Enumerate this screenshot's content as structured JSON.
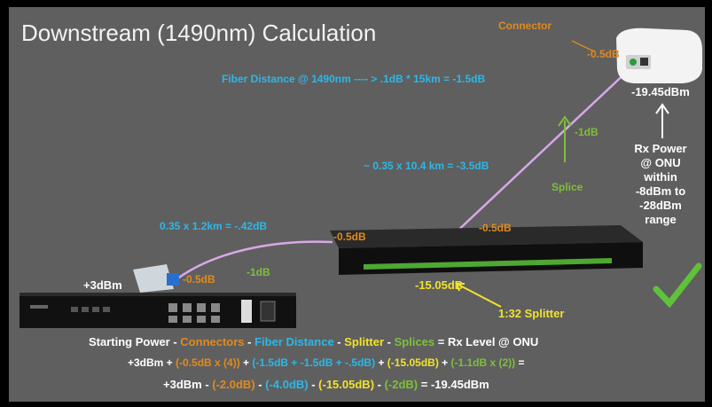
{
  "title": "Downstream (1490nm) Calculation",
  "labels": {
    "connector_top": "Connector",
    "connector_top_loss": "-0.5dB",
    "fiber_distance_eq": "Fiber Distance @ 1490nm ---- > .1dB * 15km = -1.5dB",
    "fiber_segment_mid": "~ 0.35 x 10.4 km = -3.5dB",
    "fiber_segment_left": "0.35 x 1.2km = -.42dB",
    "connector_left_loss": "-0.5dB",
    "splice_left_loss": "-1dB",
    "connector_splitter_in": "-0.5dB",
    "connector_splitter_out": "-0.5dB",
    "splice_right_loss": "-1dB",
    "splice_label": "Splice",
    "start_power": "+3dBm",
    "splitter_loss": "-15.05dB",
    "splitter_label": "1:32 Splitter",
    "rx_value": "-19.45dBm",
    "rx_note": "Rx Power\n@ ONU\nwithin\n-8dBm to\n-28dBm\nrange"
  },
  "formula": {
    "line1": [
      {
        "text": "Starting Power - ",
        "color": "white"
      },
      {
        "text": "Connectors",
        "color": "orange"
      },
      {
        "text": " - ",
        "color": "white"
      },
      {
        "text": "Fiber Distance",
        "color": "cyan"
      },
      {
        "text": " - ",
        "color": "white"
      },
      {
        "text": "Splitter",
        "color": "yellow"
      },
      {
        "text": " - ",
        "color": "white"
      },
      {
        "text": "Splices",
        "color": "green"
      },
      {
        "text": " = Rx Level @ ONU",
        "color": "white"
      }
    ],
    "line2": [
      {
        "text": "+3dBm + ",
        "color": "white"
      },
      {
        "text": "(-0.5dB x (4))",
        "color": "orange"
      },
      {
        "text": " + ",
        "color": "white"
      },
      {
        "text": "(-1.5dB + -1.5dB + -.5dB)",
        "color": "cyan"
      },
      {
        "text": " + ",
        "color": "white"
      },
      {
        "text": "(-15.05dB)",
        "color": "yellow"
      },
      {
        "text": " + ",
        "color": "white"
      },
      {
        "text": "(-1.1dB x (2))",
        "color": "green"
      },
      {
        "text": " =",
        "color": "white"
      }
    ],
    "line3": [
      {
        "text": "+3dBm - ",
        "color": "white"
      },
      {
        "text": "(-2.0dB)",
        "color": "orange"
      },
      {
        "text": " - ",
        "color": "white"
      },
      {
        "text": "(-4.0dB)",
        "color": "cyan"
      },
      {
        "text": " - ",
        "color": "white"
      },
      {
        "text": "(-15.05dB)",
        "color": "yellow"
      },
      {
        "text": " - ",
        "color": "white"
      },
      {
        "text": "(-2dB)",
        "color": "green"
      },
      {
        "text": " = -19.45dBm",
        "color": "white"
      }
    ]
  },
  "colors": {
    "background": "#5f5f5f",
    "cyan": "#2db7e8",
    "orange": "#e08a1e",
    "green": "#7fbf3a",
    "yellow": "#f2e22a",
    "fiber": "#d8a8e8"
  }
}
